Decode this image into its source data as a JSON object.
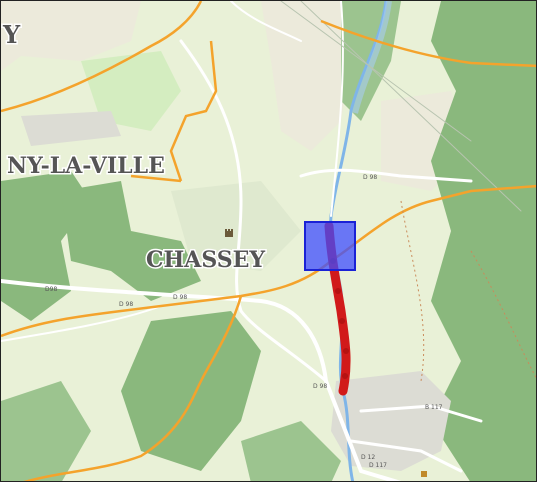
{
  "map": {
    "place_labels": {
      "top_left_fragment": "Y",
      "town_left": "NY-LA-VILLE",
      "town_main": "CHASSEY"
    },
    "road_labels": {
      "d98_west": "D98",
      "d98_mid": "D 98",
      "d98_center": "D 98",
      "d98_south": "D 98",
      "d98_east": "D 98",
      "d12": "D 12",
      "d117": "B 117",
      "d117_lower": "D 117"
    },
    "colors": {
      "background": "#e9f1d7",
      "forest": "#8ab87d",
      "meadow": "#d4edc0",
      "field": "#eceadb",
      "river": "#7fb5e8",
      "boundary": "#f4a32c",
      "road": "#ffffff",
      "route": "#d11a1a",
      "selection_fill": "#3d4cff",
      "selection_stroke": "#1a22d6"
    },
    "icons": {
      "castle": "castle-icon",
      "village_marker": "village-marker-icon"
    }
  }
}
